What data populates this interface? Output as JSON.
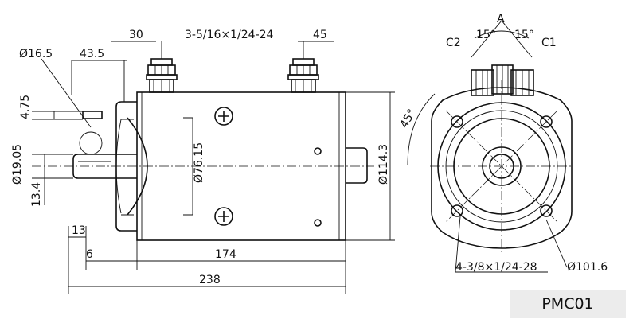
{
  "side_view": {
    "dims": {
      "d_30": "30",
      "thread_terminal": "3-5/16×1/24-24",
      "d_45": "45",
      "dia_16_5": "Ø16.5",
      "d_43_5": "43.5",
      "d_4_75": "4.75",
      "dia_19_05": "Ø19.05",
      "d_13_4": "13.4",
      "d_13": "13",
      "d_6": "6",
      "d_174": "174",
      "d_238": "238",
      "dia_76_15": "Ø76.15",
      "dia_114_3": "Ø114.3"
    }
  },
  "end_view": {
    "label_a": "A",
    "label_c1": "C1",
    "label_c2": "C2",
    "angle_15_left": "15°",
    "angle_15_right": "15°",
    "angle_45": "45°",
    "thread_mount": "4-3/8×1/24-28",
    "dia_101_6": "Ø101.6"
  },
  "model_label": "PMC01"
}
